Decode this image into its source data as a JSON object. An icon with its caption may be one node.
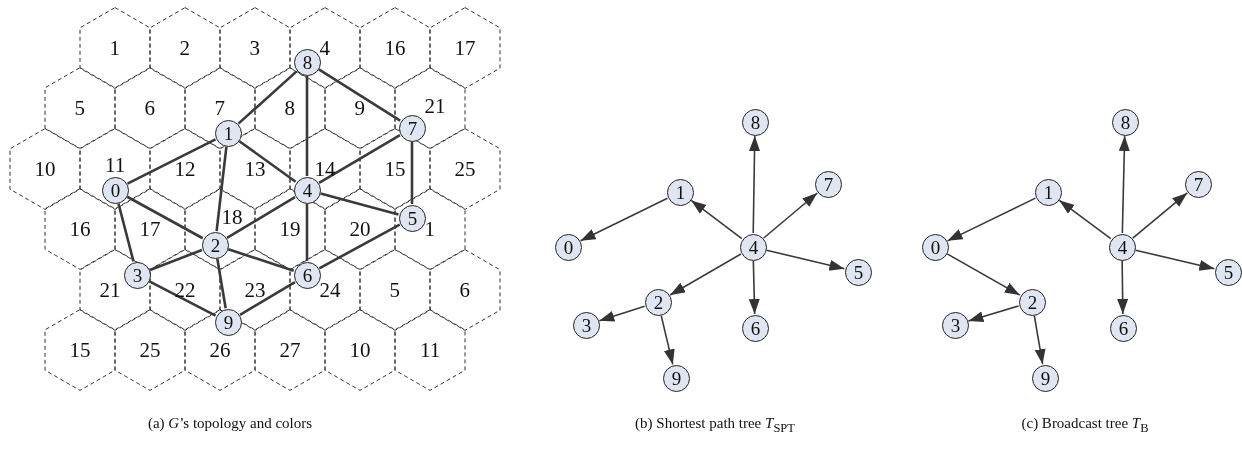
{
  "diagram": {
    "nodes": [
      {
        "text": [
          "0"
        ]
      },
      {
        "text": [
          "1"
        ]
      },
      {
        "text": [
          "2"
        ]
      },
      {
        "text": [
          "3"
        ]
      },
      {
        "text": [
          "4"
        ]
      },
      {
        "text": [
          "5"
        ]
      },
      {
        "text": [
          "6"
        ]
      },
      {
        "text": [
          "7"
        ]
      },
      {
        "text": [
          "8"
        ]
      },
      {
        "text": [
          "9"
        ]
      },
      {
        "text": [
          "0"
        ]
      },
      {
        "text": [
          "1"
        ]
      },
      {
        "text": [
          "2"
        ]
      },
      {
        "text": [
          "3"
        ]
      },
      {
        "text": [
          "4"
        ]
      },
      {
        "text": [
          "5"
        ]
      },
      {
        "text": [
          "6"
        ]
      },
      {
        "text": [
          "7"
        ]
      },
      {
        "text": [
          "8"
        ]
      },
      {
        "text": [
          "9"
        ]
      },
      {
        "text": [
          "0"
        ]
      },
      {
        "text": [
          "1"
        ]
      },
      {
        "text": [
          "2"
        ]
      },
      {
        "text": [
          "3"
        ]
      },
      {
        "text": [
          "4"
        ]
      },
      {
        "text": [
          "5"
        ]
      },
      {
        "text": [
          "6"
        ]
      },
      {
        "text": [
          "7"
        ]
      },
      {
        "text": [
          "8"
        ]
      },
      {
        "text": [
          "9"
        ]
      }
    ],
    "edges": [
      {
        "from": 8,
        "to": 1,
        "arrow": "none"
      },
      {
        "from": 8,
        "to": 4,
        "arrow": "none"
      },
      {
        "from": 8,
        "to": 7,
        "arrow": "none"
      },
      {
        "from": 1,
        "to": 0,
        "arrow": "none"
      },
      {
        "from": 1,
        "to": 2,
        "arrow": "none"
      },
      {
        "from": 1,
        "to": 4,
        "arrow": "none"
      },
      {
        "from": 7,
        "to": 4,
        "arrow": "none"
      },
      {
        "from": 7,
        "to": 5,
        "arrow": "none"
      },
      {
        "from": 0,
        "to": 2,
        "arrow": "none"
      },
      {
        "from": 0,
        "to": 3,
        "arrow": "none"
      },
      {
        "from": 4,
        "to": 2,
        "arrow": "none"
      },
      {
        "from": 4,
        "to": 5,
        "arrow": "none"
      },
      {
        "from": 4,
        "to": 6,
        "arrow": "none"
      },
      {
        "from": 2,
        "to": 3,
        "arrow": "none"
      },
      {
        "from": 2,
        "to": 6,
        "arrow": "none"
      },
      {
        "from": 2,
        "to": 9,
        "arrow": "none"
      },
      {
        "from": 3,
        "to": 9,
        "arrow": "none"
      },
      {
        "from": 5,
        "to": 6,
        "arrow": "none"
      },
      {
        "from": 6,
        "to": 9,
        "arrow": "none"
      },
      {
        "from": 14,
        "to": 18,
        "arrow": "to"
      },
      {
        "from": 14,
        "to": 11,
        "arrow": "to"
      },
      {
        "from": 11,
        "to": 10,
        "arrow": "to"
      },
      {
        "from": 14,
        "to": 17,
        "arrow": "to"
      },
      {
        "from": 14,
        "to": 15,
        "arrow": "to"
      },
      {
        "from": 14,
        "to": 12,
        "arrow": "to"
      },
      {
        "from": 14,
        "to": 16,
        "arrow": "to"
      },
      {
        "from": 12,
        "to": 13,
        "arrow": "to"
      },
      {
        "from": 12,
        "to": 19,
        "arrow": "to"
      },
      {
        "from": 24,
        "to": 28,
        "arrow": "to"
      },
      {
        "from": 24,
        "to": 21,
        "arrow": "to"
      },
      {
        "from": 21,
        "to": 20,
        "arrow": "to"
      },
      {
        "from": 20,
        "to": 22,
        "arrow": "to"
      },
      {
        "from": 24,
        "to": 27,
        "arrow": "to"
      },
      {
        "from": 24,
        "to": 25,
        "arrow": "to"
      },
      {
        "from": 24,
        "to": 26,
        "arrow": "to"
      },
      {
        "from": 22,
        "to": 23,
        "arrow": "to"
      },
      {
        "from": 22,
        "to": 29,
        "arrow": "to"
      }
    ],
    "labels": [
      "1",
      "2",
      "3",
      "4",
      "16",
      "17",
      "5",
      "6",
      "7",
      "8",
      "9",
      "21",
      "10",
      "11",
      "12",
      "13",
      "14",
      "15",
      "25",
      "16",
      "17",
      "18",
      "19",
      "20",
      "1",
      "21",
      "22",
      "23",
      "24",
      "5",
      "6",
      "15",
      "25",
      "26",
      "27",
      "10",
      "11",
      "(a) *G*’s topology and colors",
      "(b) Shortest path tree *T*$_{SPT}$",
      "(c) Broadcast tree *T*$_{B}$"
    ]
  }
}
